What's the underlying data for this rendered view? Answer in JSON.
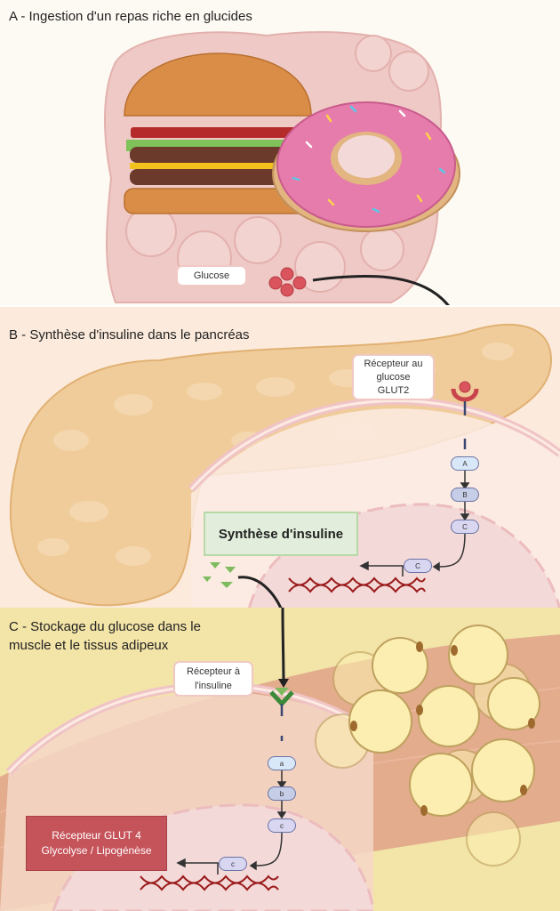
{
  "panels": {
    "a": {
      "title": "A - Ingestion d'un repas riche en glucides",
      "glucose_label": "Glucose",
      "illustrations": [
        "intestine",
        "hamburger",
        "donut",
        "glucose-molecules"
      ]
    },
    "b": {
      "title": "B - Synthèse d'insuline dans le pancréas",
      "receptor_label_lines": [
        "Récepteur au",
        "glucose",
        "GLUT2"
      ],
      "pathway_steps": [
        "A",
        "B",
        "C"
      ],
      "nucleus_step": "C",
      "result_label": "Synthèse d'insuline",
      "illustrations": [
        "pancreas",
        "cell-membrane",
        "nucleus",
        "dna",
        "insulin-molecules"
      ]
    },
    "c": {
      "title_lines": [
        "C - Stockage du glucose dans le",
        "muscle et le tissus adipeux"
      ],
      "receptor_label_lines": [
        "Récepteur à",
        "l'insuline"
      ],
      "pathway_steps": [
        "a",
        "b",
        "c"
      ],
      "nucleus_step": "c",
      "result_lines": [
        "Récepteur GLUT 4",
        "Glycolyse / Lipogénèse"
      ],
      "illustrations": [
        "muscle",
        "adipocytes",
        "cell-membrane",
        "nucleus",
        "dna"
      ]
    }
  },
  "colors": {
    "panel_a_bg": "#fdfaf3",
    "panel_b_bg": "#fcebdc",
    "panel_c_bg": "#f3e4a8",
    "glucose": "#d9545c",
    "insulin": "#7dbb5e",
    "result_green": "#e2eedb",
    "result_red": "#c5535a"
  }
}
